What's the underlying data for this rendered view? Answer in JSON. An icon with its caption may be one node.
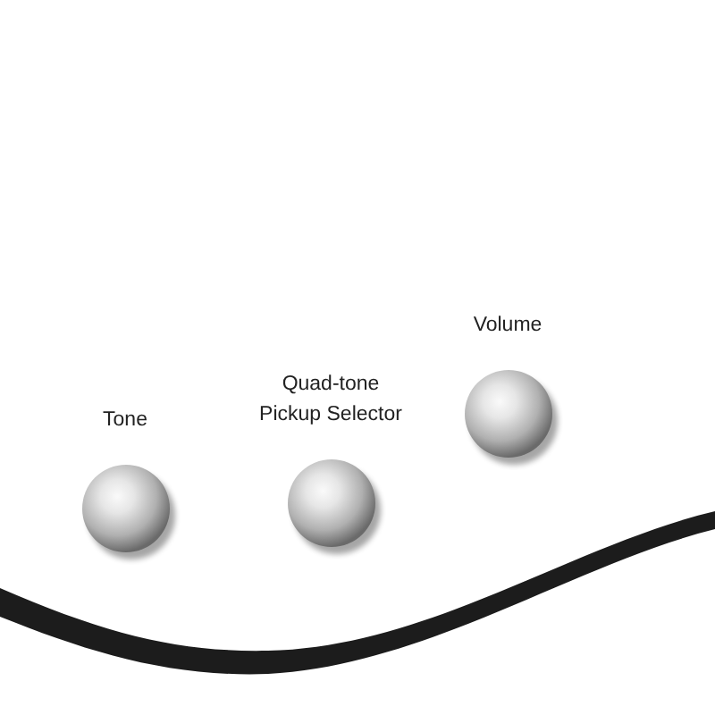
{
  "diagram": {
    "nodes": [
      {
        "text": [
          "Tone"
        ]
      },
      {
        "text": [
          "Quad-tone Pickup Selector"
        ]
      },
      {
        "text": [
          "Volume"
        ]
      },
      {
        "text": [],
        "shape": "picture"
      }
    ]
  }
}
